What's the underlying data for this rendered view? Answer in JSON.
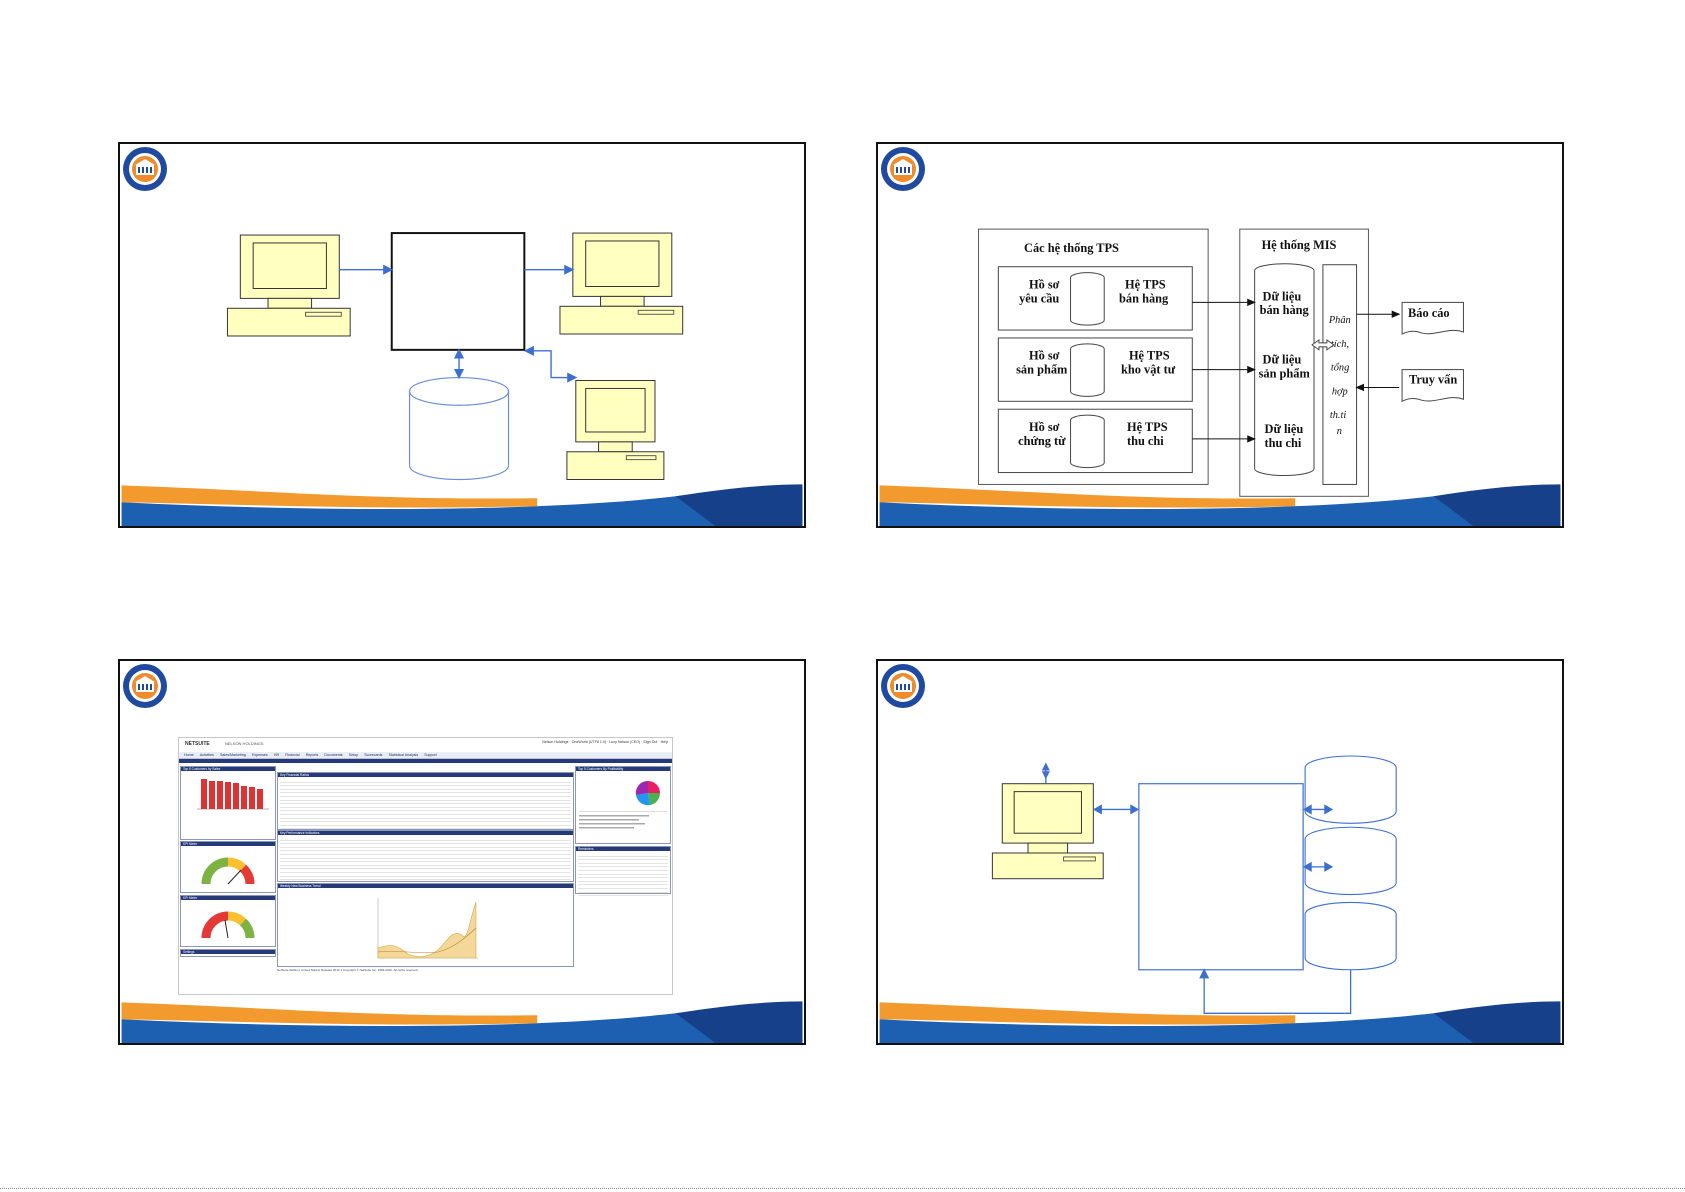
{
  "slide2": {
    "tps_title": "Các hệ thống TPS",
    "mis_title": "Hệ thống MIS",
    "rows": [
      {
        "record": [
          "Hồ sơ",
          "yêu cầu"
        ],
        "tps": [
          "Hệ TPS",
          "bán hàng"
        ],
        "data": [
          "Dữ liệu",
          "bán hàng"
        ]
      },
      {
        "record": [
          "Hồ sơ",
          "sản phẩm"
        ],
        "tps": [
          "Hệ TPS",
          "kho vật tư"
        ],
        "data": [
          "Dữ liệu",
          "sản phẩm"
        ]
      },
      {
        "record": [
          "Hồ sơ",
          "chứng từ"
        ],
        "tps": [
          "Hệ TPS",
          "thu chi"
        ],
        "data": [
          "Dữ liệu",
          "thu chi"
        ]
      }
    ],
    "analysis": [
      "Phân",
      "tích,",
      "tổng",
      "hợp",
      "th.ti",
      "n"
    ],
    "report": "Báo cáo",
    "query": "Truy vấn"
  },
  "slide3": {
    "brand": "NETSUITE",
    "brand2": "NELSON HOLDINGS",
    "account": "Nelson Holdings · OneWorld (UTF8 1.0) · Lucy Nelson (CEO) · Sign Out · Help",
    "nav": [
      "Home",
      "Activities",
      "Sales/Marketing",
      "Expenses",
      "HR",
      "Financial",
      "Reports",
      "Documents",
      "Setup",
      "Scorecards",
      "Statistical Analysis",
      "Support"
    ],
    "panels": {
      "top_sales": "Top 5 Customers by Sales",
      "kpi1": "KPI Meter",
      "kpi2": "KPI Meter",
      "settings": "Settings",
      "key_indicators": "Key Financial Ratios",
      "key_perf": "Key Performance Indicators",
      "trend": "Weekly New Business Trend",
      "profit": "Top 5 Customers By Profitability",
      "reports": "Reminders"
    },
    "footer": "NetSuite (Edition: United States) Release 2012.1 Copyright © NetSuite Inc. 1999-2012. All rights reserved."
  }
}
